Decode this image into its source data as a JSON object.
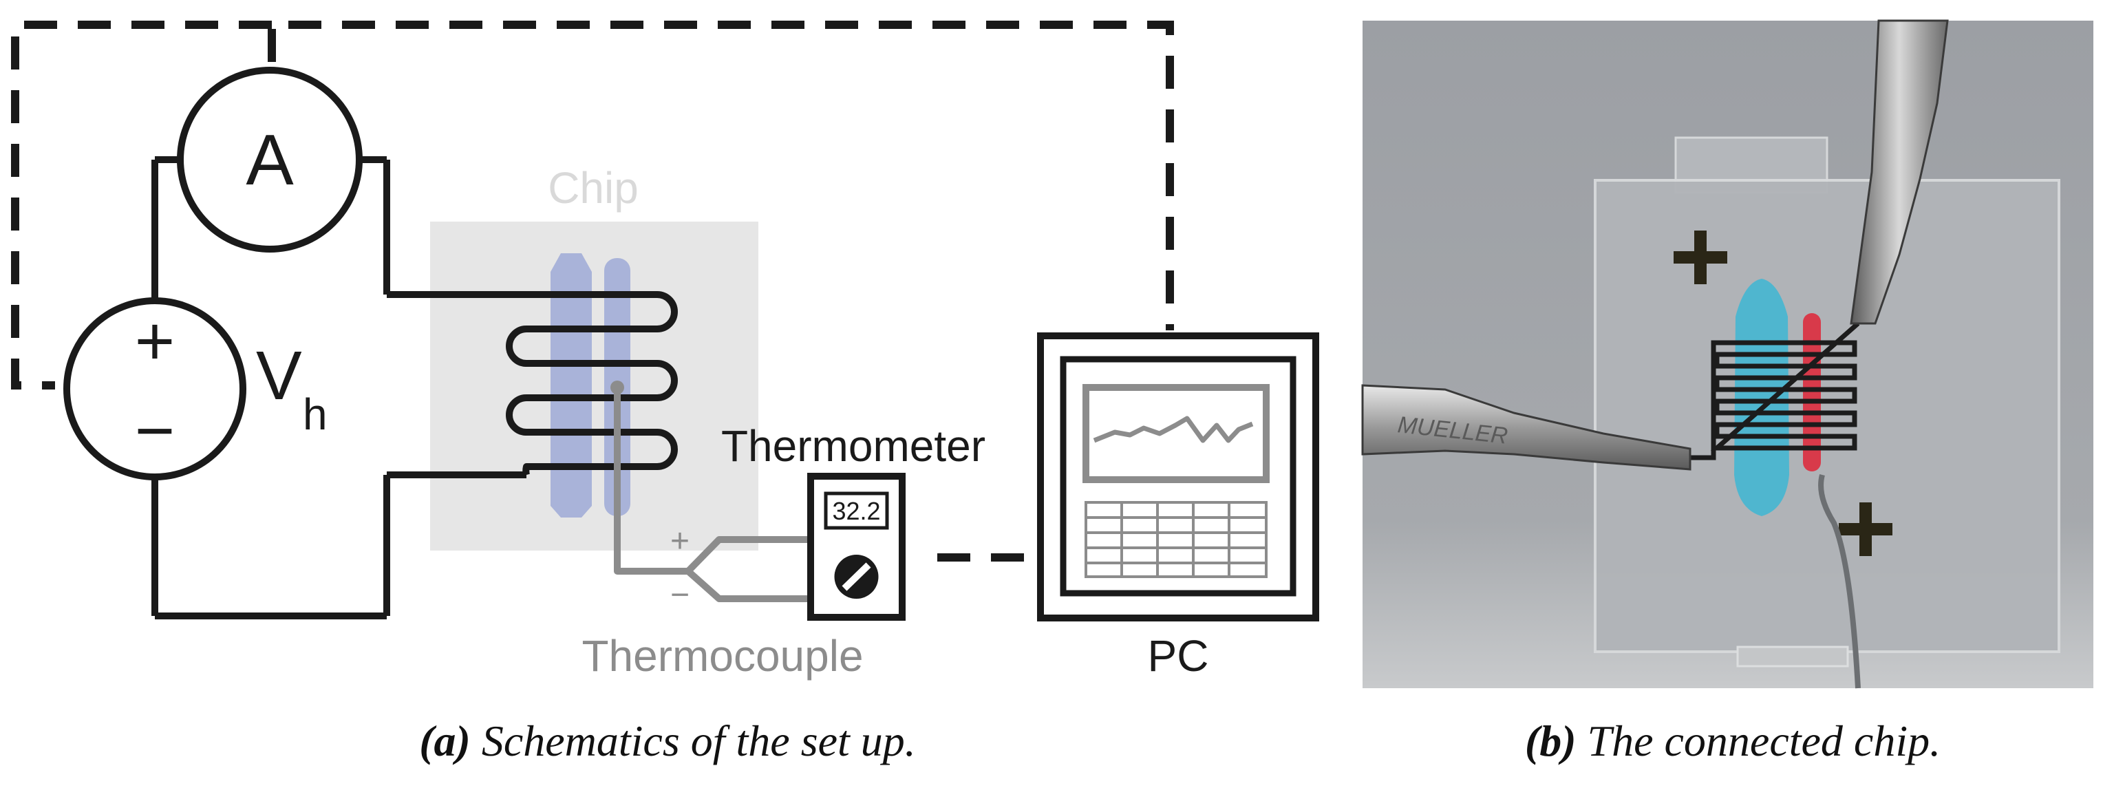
{
  "schematic": {
    "ammeter_symbol": "A",
    "source_plus": "+",
    "source_minus": "−",
    "voltage_label": "V",
    "voltage_subscript": "h",
    "chip_label": "Chip",
    "thermometer_label": "Thermometer",
    "thermometer_reading": "32.2",
    "tc_plus": "+",
    "tc_minus": "−",
    "thermocouple_label": "Thermocouple",
    "pc_label": "PC"
  },
  "captions": {
    "a_tag": "(a)",
    "a_text": "Schematics of the set up.",
    "b_tag": "(b)",
    "b_text": "The connected chip."
  },
  "photo": {
    "clip_brand_text": "MUELLER"
  },
  "colors": {
    "wire": "#1a1a1a",
    "chip_bg": "#e6e6e6",
    "chip_label": "#d9d9d9",
    "channel": "#a9b3d9",
    "thermocouple": "#8c8c8c",
    "photo_bg": "#9fa2a6",
    "dye_blue": "#4fb6cf",
    "dye_red": "#d83a4a"
  }
}
